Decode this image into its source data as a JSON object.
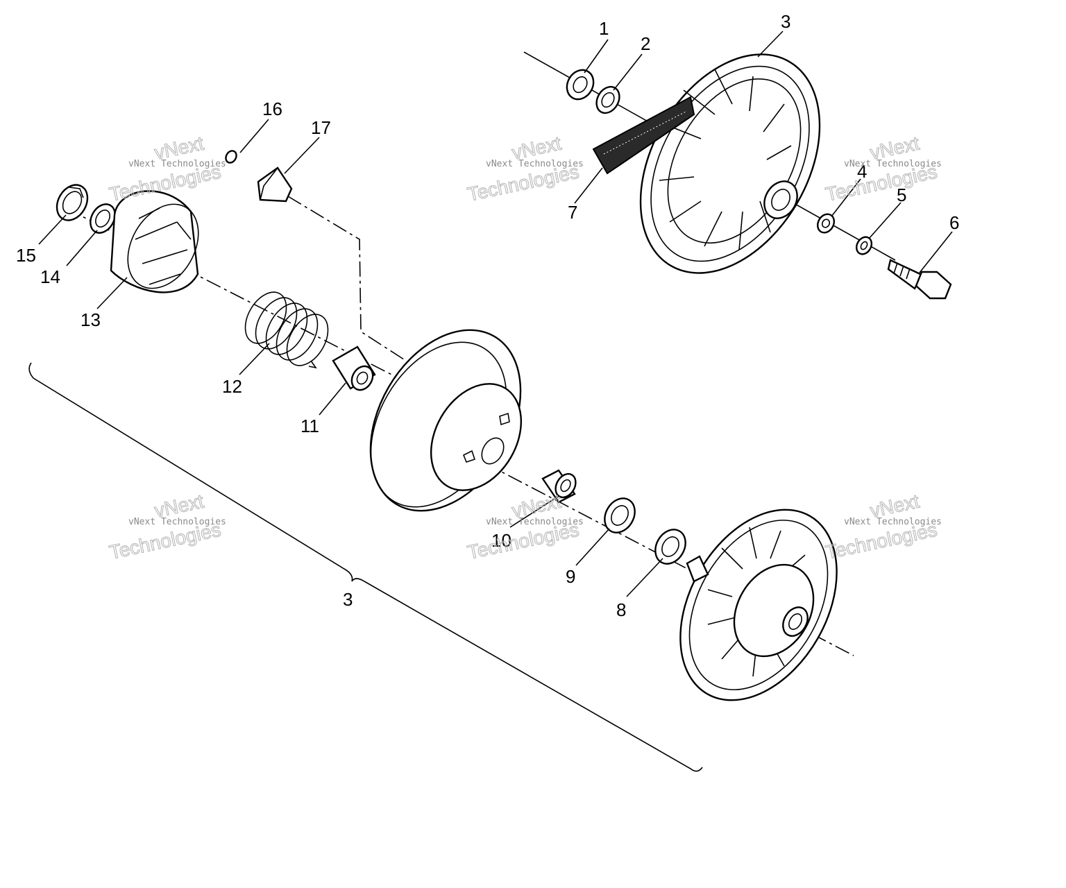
{
  "callouts": {
    "c1": "1",
    "c2": "2",
    "c3_top": "3",
    "c4": "4",
    "c5": "5",
    "c6": "6",
    "c7": "7",
    "c8": "8",
    "c9": "9",
    "c10": "10",
    "c11": "11",
    "c12": "12",
    "c13": "13",
    "c14": "14",
    "c15": "15",
    "c16": "16",
    "c17": "17",
    "c3_bracket": "3"
  },
  "watermark": {
    "line1": "vNext Technologies",
    "big1": "vNext",
    "big2": "Technologies"
  }
}
